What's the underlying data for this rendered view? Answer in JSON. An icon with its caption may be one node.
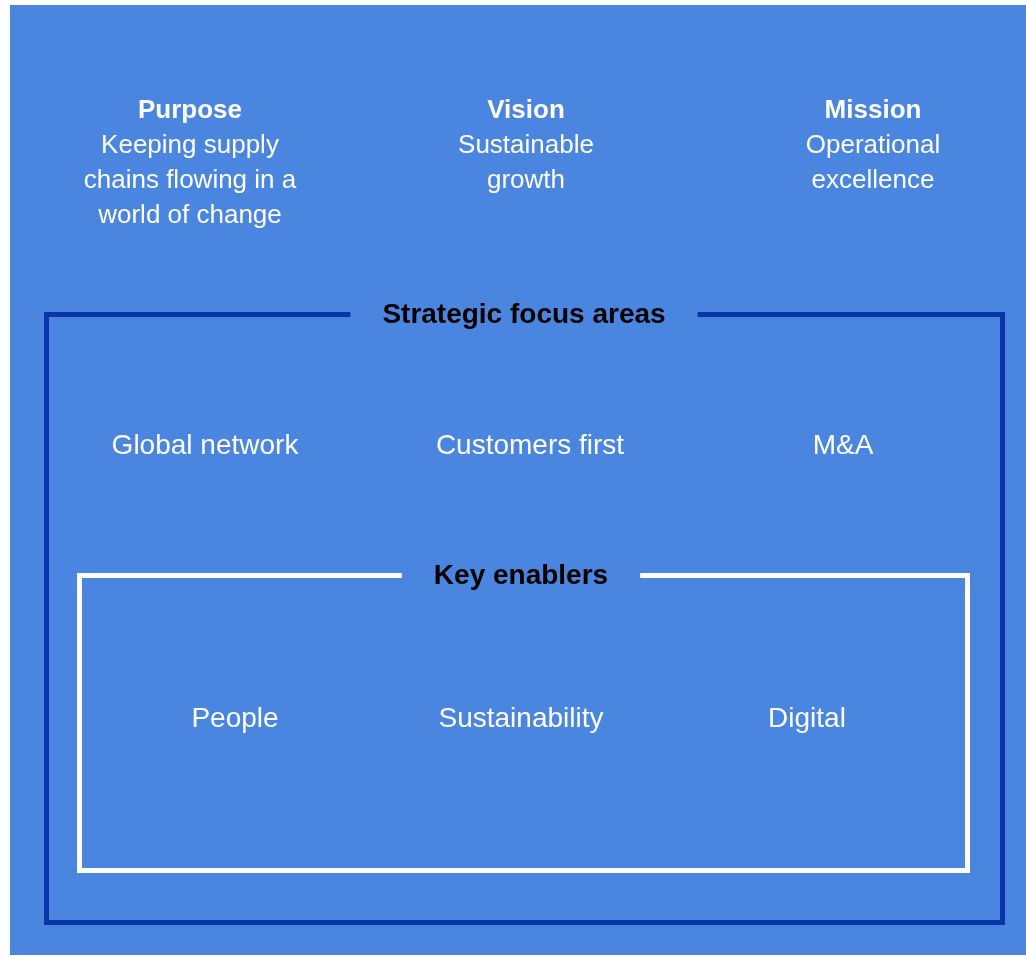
{
  "diagram": {
    "nodes": [
      {
        "text": [
          "Strategic focus areas",
          "Global network",
          "Customers first",
          "M&A"
        ]
      },
      {
        "text": [
          "Key enablers",
          "People",
          "Sustainability",
          "Digital"
        ],
        "in": 0
      }
    ],
    "labels": [
      "Purpose",
      "Keeping supply chains flowing in a world of change",
      "Vision",
      "Sustainable growth",
      "Mission",
      "Operational excellence"
    ]
  }
}
